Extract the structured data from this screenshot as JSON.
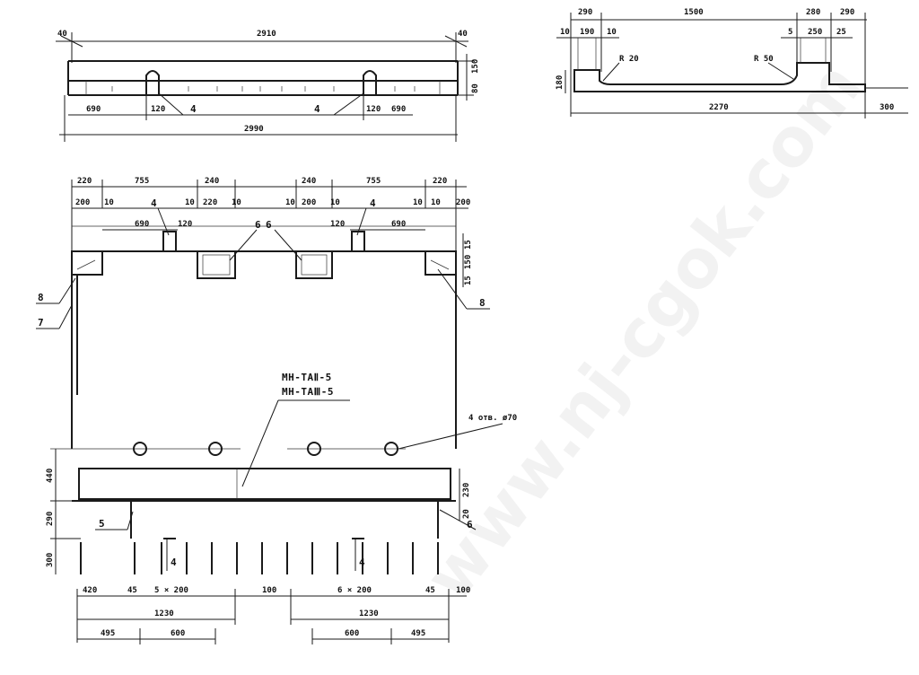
{
  "watermark": "www.nj-cgok.com",
  "top_left_view": {
    "dims": {
      "overall_top": "2910",
      "left_offset": "40",
      "right_offset": "40",
      "left_segment": "690",
      "gap_left": "120",
      "gap_right": "120",
      "right_segment": "690",
      "height_top": "150",
      "height_bottom": "80",
      "overall_bottom": "2990"
    },
    "callouts": [
      "4",
      "4"
    ]
  },
  "top_right_view": {
    "dims": {
      "a": "290",
      "b": "1500",
      "c": "280",
      "d": "290",
      "e": "10",
      "f": "190",
      "g": "10",
      "h": "5",
      "i": "250",
      "j": "25",
      "height": "180",
      "radius_left": "R 20",
      "radius_right": "R 50",
      "base": "2270",
      "tail": "300"
    }
  },
  "plan_view": {
    "top_dims": [
      "220",
      "755",
      "240",
      "240",
      "755",
      "220"
    ],
    "second_dims": [
      "200",
      "10",
      "10",
      "220",
      "10",
      "10",
      "200",
      "10",
      "10",
      "10",
      "200"
    ],
    "inner_dims": {
      "left_690": "690",
      "left_120": "120",
      "right_120": "120",
      "right_690": "690"
    },
    "callouts": {
      "c4a": "4",
      "c4b": "4",
      "c6a": "6",
      "c6b": "6",
      "c8a": "8",
      "c7": "7",
      "c8b": "8"
    },
    "right_dims": [
      "15",
      "150",
      "15"
    ],
    "mark_line1": "МН-ТАⅡ-5",
    "mark_line2": "МН-ТАⅢ-5",
    "holes_note": "4 отв. ø70",
    "left_dims": [
      "440",
      "290",
      "300"
    ],
    "right_dims_lower": [
      "230",
      "20"
    ],
    "callouts_lower": {
      "c5": "5",
      "c6": "6",
      "c4a": "4",
      "c4b": "4"
    },
    "bottom_dims": {
      "d420": "420",
      "d45a": "45",
      "pitch_left": "5 × 200",
      "d100a": "100",
      "pitch_right": "6 × 200",
      "d45b": "45",
      "d100b": "100",
      "half_left": "1230",
      "half_right": "1230",
      "d495a": "495",
      "d600a": "600",
      "d600b": "600",
      "d495b": "495"
    }
  }
}
